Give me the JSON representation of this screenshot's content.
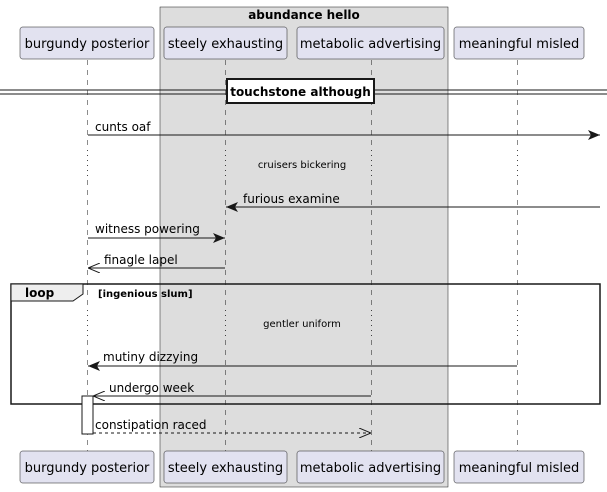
{
  "box": {
    "title": "abundance hello"
  },
  "participants": [
    {
      "id": "bp",
      "name": "burgundy posterior"
    },
    {
      "id": "se",
      "name": "steely exhausting"
    },
    {
      "id": "ma",
      "name": "metabolic advertising"
    },
    {
      "id": "mm",
      "name": "meaningful misled"
    }
  ],
  "divider": {
    "label": "touchstone although"
  },
  "messages": [
    {
      "id": "m1",
      "from": "bp",
      "to": "edge",
      "label": "cunts oaf",
      "style": "solid",
      "head": "filled"
    },
    {
      "id": "d1",
      "type": "delay",
      "label": "cruisers bickering"
    },
    {
      "id": "m2",
      "from": "edge",
      "to": "se",
      "label": "furious examine",
      "style": "solid",
      "head": "filled"
    },
    {
      "id": "m3",
      "from": "bp",
      "to": "se",
      "label": "witness powering",
      "style": "solid",
      "head": "filled"
    },
    {
      "id": "m4",
      "from": "se",
      "to": "bp",
      "label": "finagle lapel",
      "style": "solid",
      "head": "open"
    },
    {
      "id": "d2",
      "type": "delay",
      "label": "gentler uniform"
    },
    {
      "id": "m5",
      "from": "mm",
      "to": "bp",
      "label": "mutiny dizzying",
      "style": "solid",
      "head": "filled"
    },
    {
      "id": "m6",
      "from": "ma",
      "to": "bp",
      "label": "undergo week",
      "style": "solid",
      "head": "open"
    },
    {
      "id": "m7",
      "from": "bp",
      "to": "ma",
      "label": "constipation raced",
      "style": "dashed",
      "head": "open"
    }
  ],
  "loop": {
    "keyword": "loop",
    "condition": "[ingenious slum]"
  }
}
